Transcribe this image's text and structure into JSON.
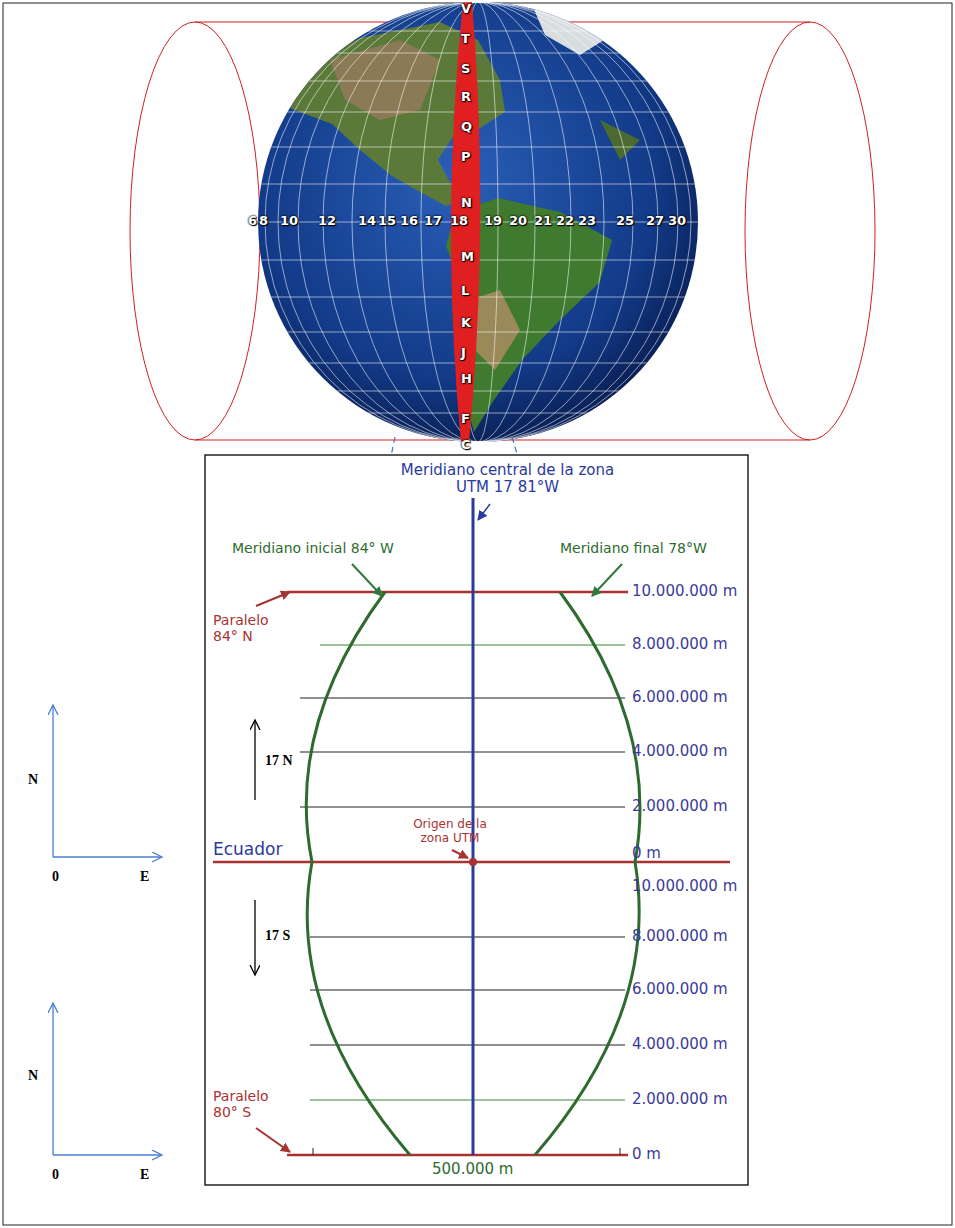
{
  "diagram": {
    "labels": [
      "6",
      "8",
      "10",
      "12",
      "14",
      "15",
      "16",
      "17",
      "18",
      "19",
      "20",
      "21",
      "22",
      "23",
      "25",
      "27",
      "30",
      "V",
      "T",
      "S",
      "R",
      "Q",
      "P",
      "N",
      "M",
      "L",
      "K",
      "J",
      "H",
      "F",
      "C",
      "Meridiano central de la zona UTM 17 81°W",
      "Meridiano inicial 84° W",
      "Meridiano final 78°W",
      "Paralelo 84° N",
      "Origen de la zona UTM",
      "Ecuador",
      "Paralelo 80° S",
      "17 N",
      "17 S",
      "10.000.000 m",
      "8.000.000 m",
      "6.000.000 m",
      "4.000.000 m",
      "2.000.000 m",
      "0 m",
      "10.000.000 m",
      "8.000.000 m",
      "6.000.000 m",
      "4.000.000 m",
      "2.000.000 m",
      "0 m",
      "500.000 m",
      "N",
      "0",
      "E",
      "N",
      "0",
      "E"
    ]
  }
}
